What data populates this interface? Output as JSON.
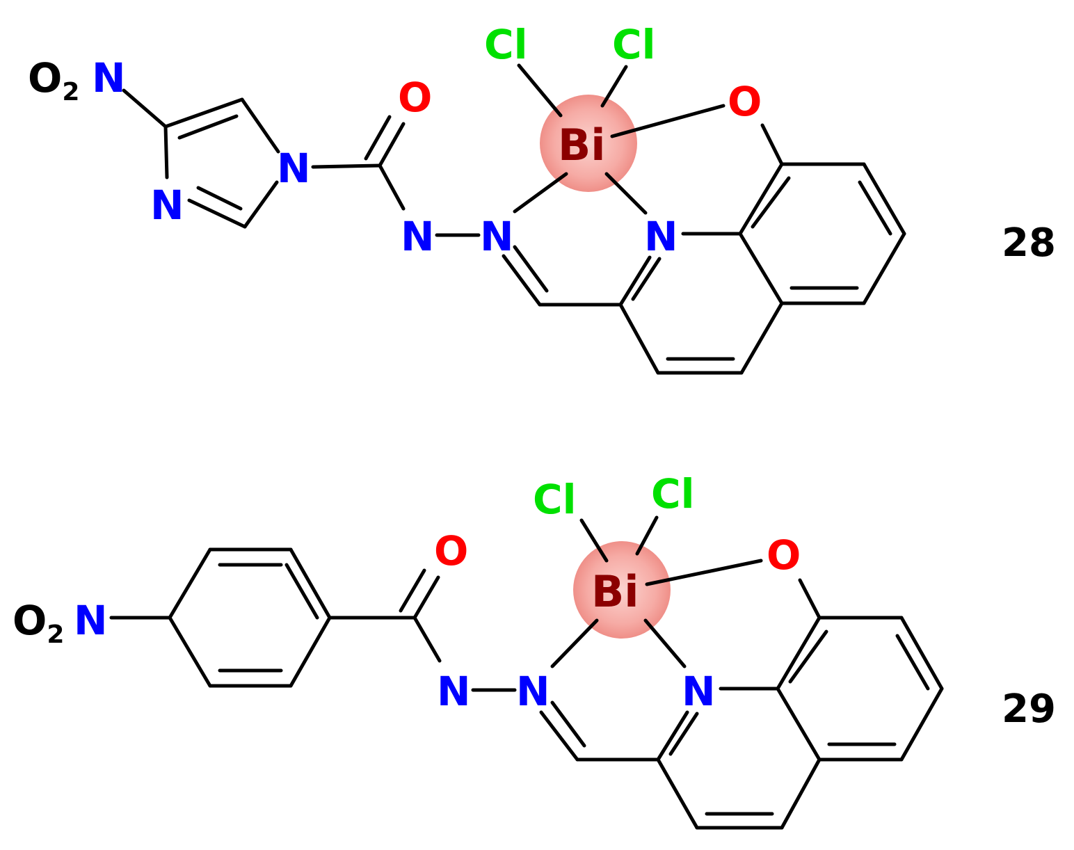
{
  "molecules": [
    {
      "label": "28",
      "atoms": {
        "o2n_o": "O",
        "o2n_sub": "2",
        "o2n_n": "N",
        "imid_n1": "N",
        "imid_n3": "N",
        "carbonyl_o": "O",
        "nh": "N",
        "imine_n": "N",
        "quin_n": "N",
        "bi": "Bi",
        "cl1": "Cl",
        "cl2": "Cl",
        "phenol_o": "O"
      }
    },
    {
      "label": "29",
      "atoms": {
        "o2n_o": "O",
        "o2n_sub": "2",
        "o2n_n": "N",
        "carbonyl_o": "O",
        "nh": "N",
        "imine_n": "N",
        "quin_n": "N",
        "bi": "Bi",
        "cl1": "Cl",
        "cl2": "Cl",
        "phenol_o": "O"
      }
    }
  ],
  "colors": {
    "bond": "#000000",
    "nitrogen": "#0000ff",
    "oxygen": "#ff0000",
    "chlorine": "#00e000",
    "bismuth": "#8b0000",
    "bismuth_halo": "#f4a6a0"
  }
}
